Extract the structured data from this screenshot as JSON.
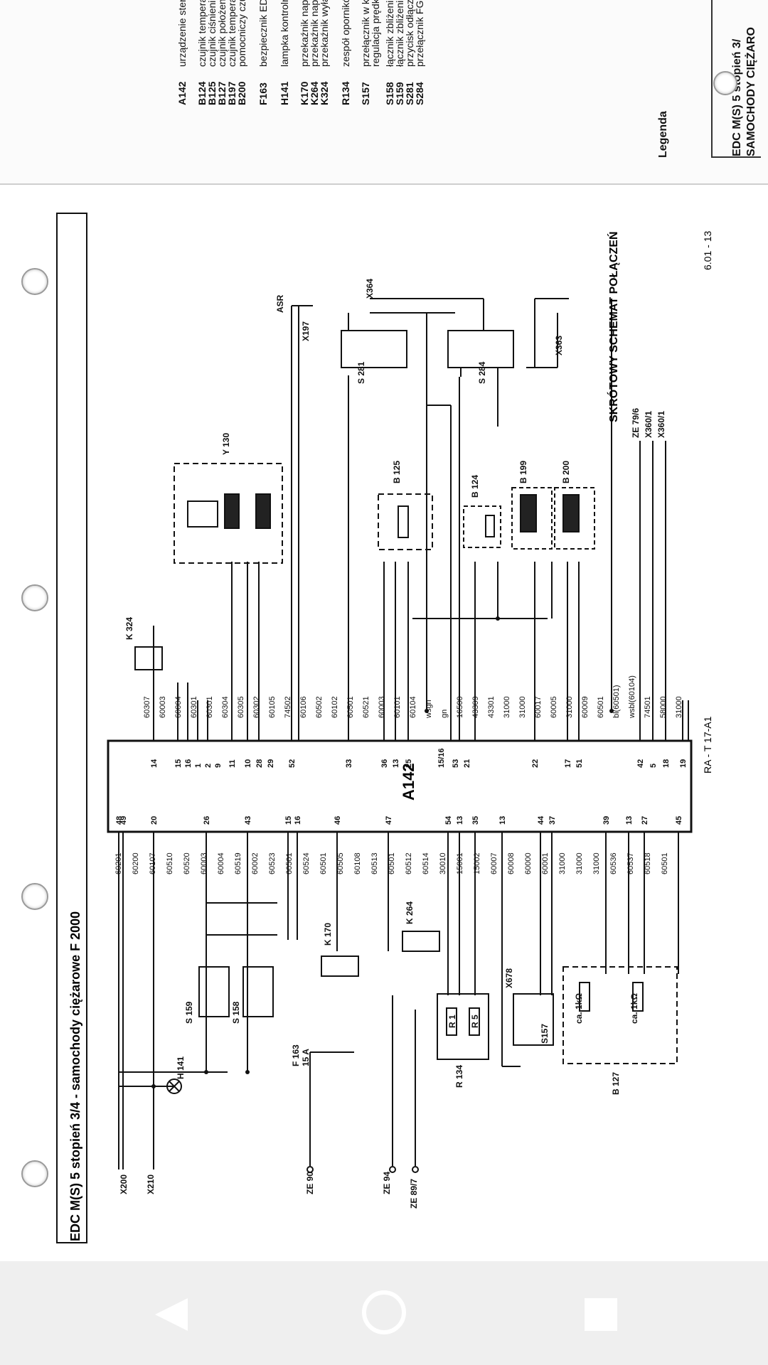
{
  "top_sheet": {
    "title_line1": "EDC M(S) 5 stopień 3/",
    "title_line2": "SAMOCHODY CIĘŻARO",
    "legend_title": "Legenda",
    "legend": [
      {
        "code": "A142",
        "text": "urządzenie steru"
      },
      {
        "code": "B124",
        "text": "czujnik tempera"
      },
      {
        "code": "B125",
        "text": "czujnik ciśnienia"
      },
      {
        "code": "B127",
        "text": "czujnik położeni"
      },
      {
        "code": "B197",
        "text": "czujnik temperat"
      },
      {
        "code": "B200",
        "text": "pomocniczy czu"
      },
      {
        "code": "F163",
        "text": "bezpiecznik EDC"
      },
      {
        "code": "H141",
        "text": "lampka kontroln"
      },
      {
        "code": "K170",
        "text": "przekaźnik napi"
      },
      {
        "code": "K264",
        "text": "przekaźnik napi"
      },
      {
        "code": "K324",
        "text": "przekaźnik wyłą"
      },
      {
        "code": "R134",
        "text": "zespół opornikó"
      },
      {
        "code": "S157",
        "text": "przełącznik w k"
      },
      {
        "code": "",
        "text": "regulacja prędk"
      },
      {
        "code": "S158",
        "text": "łącznik zbliżenio"
      },
      {
        "code": "S159",
        "text": "łącznik zbliżenio"
      },
      {
        "code": "S281",
        "text": "przycisk odłącz"
      },
      {
        "code": "S284",
        "text": "przełącznik FGF"
      }
    ]
  },
  "diagram": {
    "title": "EDC M(S) 5 stopień 3/4 - samochody ciężarowe F 2000",
    "header": "SKRÓTOWY SCHEMAT POŁĄCZEŃ",
    "ecu": "A142",
    "page_number": "6.01 - 13",
    "drawing_ref": "RA - T 17-A1",
    "components": {
      "X200": "X200",
      "X210": "X210",
      "H141": "H 141",
      "S159": "S 159",
      "S158": "S 158",
      "K170": "K 170",
      "K264": "K 264",
      "F163": "F 163",
      "F163_rating": "15 A",
      "R134": "R 134",
      "R1": "R 1",
      "R5": "R 5",
      "S157": "S157",
      "X678": "X678",
      "B127": "B 127",
      "ca1": "ca. 1kΩ",
      "ca2": "ca. 1kΩ",
      "ZE90": "ZE 90",
      "ZE94": "ZE 94",
      "ZE897": "ZE 89/7",
      "K324": "K 324",
      "Y130": "Y 130",
      "B125": "B 125",
      "B124": "B 124",
      "B199": "B 199",
      "B200": "B 200",
      "S281": "S 281",
      "S284": "S 284",
      "X197": "X197",
      "X364": "X364",
      "X363": "X363",
      "ASR": "ASR",
      "ZE796": "ZE 79/6",
      "X3601a": "X360/1",
      "X3601b": "X360/1"
    },
    "left_pins": [
      "48",
      "49",
      "20",
      "26",
      "43",
      "15",
      "16",
      "46",
      "47",
      "54",
      "13",
      "35",
      "13",
      "44",
      "37",
      "39",
      "13",
      "27",
      "45"
    ],
    "right_pins": [
      "14",
      "15",
      "16",
      "1",
      "2",
      "9",
      "11",
      "10",
      "28",
      "29",
      "52",
      "33",
      "36",
      "13",
      "25",
      "15/16",
      "53",
      "21",
      "22",
      "17",
      "51",
      "42",
      "5",
      "18",
      "19"
    ],
    "left_wires": [
      "60201",
      "60200",
      "60107",
      "60510",
      "60520",
      "60003",
      "60004",
      "60519",
      "60002",
      "60523",
      "60501",
      "60524",
      "60501",
      "60505",
      "60108",
      "60513",
      "60501",
      "60512",
      "60514",
      "30010",
      "15001",
      "15002",
      "60007",
      "60008",
      "60000",
      "60001",
      "31000",
      "31000",
      "31000",
      "60536",
      "60537",
      "60518",
      "60501"
    ],
    "right_wires": [
      "60307",
      "60003",
      "60004",
      "60301",
      "60301",
      "60304",
      "60305",
      "60302",
      "60105",
      "74502",
      "60106",
      "60502",
      "60102",
      "60501",
      "60521",
      "60003",
      "60101",
      "60104",
      "wsgn",
      "gn",
      "16500",
      "43309",
      "43301",
      "31000",
      "31000",
      "60017",
      "60005",
      "31000",
      "60009",
      "60501",
      "bl(60501)",
      "wsbl(60104)",
      "74501",
      "58000",
      "31000"
    ]
  },
  "navbar": {
    "back": "back-icon",
    "home": "home-icon",
    "recents": "recents-icon"
  }
}
